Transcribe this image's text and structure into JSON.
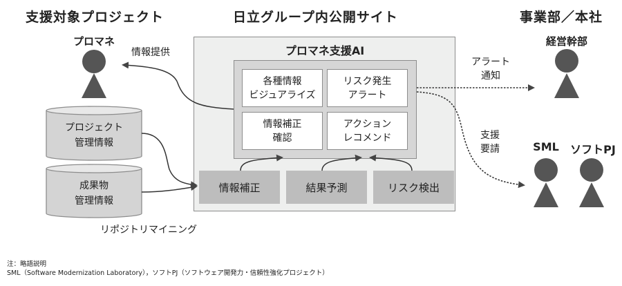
{
  "sections": {
    "left_title": "支援対象プロジェクト",
    "center_title": "日立グループ内公開サイト",
    "right_title": "事業部／本社"
  },
  "actors": {
    "pm": "プロマネ",
    "executives": "経営幹部",
    "sml": "SML",
    "softpj": "ソフトPJ"
  },
  "system": {
    "title": "プロマネ支援AI",
    "functions": [
      {
        "line1": "各種情報",
        "line2": "ビジュアライズ"
      },
      {
        "line1": "リスク発生",
        "line2": "アラート"
      },
      {
        "line1": "情報補正",
        "line2": "確認"
      },
      {
        "line1": "アクション",
        "line2": "レコメンド"
      }
    ],
    "engines": [
      "情報補正",
      "結果予測",
      "リスク検出"
    ]
  },
  "repositories": [
    {
      "line1": "プロジェクト",
      "line2": "管理情報"
    },
    {
      "line1": "成果物",
      "line2": "管理情報"
    }
  ],
  "flows": {
    "info_provision": "情報提供",
    "alert_line1": "アラート",
    "alert_line2": "通知",
    "support_line1": "支援",
    "support_line2": "要請",
    "repo_mining": "リポジトリマイニング"
  },
  "footnote": {
    "line1": "注：略語説明",
    "line2": "SML（Software Modernization Laboratory），ソフトPJ（ソフトウェア開発力・信頼性強化プロジェクト）"
  },
  "colors": {
    "figure": "#555555",
    "line": "#333333",
    "outer_box": "#eeefee",
    "inner_box": "#d6d6d6",
    "engine_box": "#bdbdbd",
    "cylinder": "#d4d4d4"
  }
}
